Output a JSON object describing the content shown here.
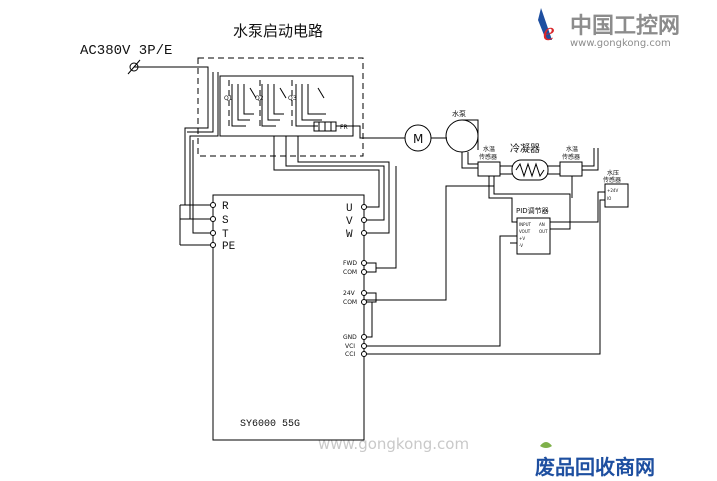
{
  "diagram": {
    "title": "水泵启动电路",
    "supply_label": "AC380V 3P/E",
    "inverter": {
      "model": "SY6000 55G",
      "input_terminals": [
        "R",
        "S",
        "T",
        "PE"
      ],
      "output_terminals": [
        "U",
        "V",
        "W"
      ],
      "control_terminals": [
        "FWD",
        "COM",
        "24V",
        "COM",
        "GND",
        "VCI",
        "CCI"
      ]
    },
    "breakers": [
      "Q1",
      "Q2",
      "Q3"
    ],
    "relay_label": "FR",
    "motor_label": "M",
    "pump_label": "水泵",
    "cooler_label": "冷凝器",
    "sensor_left": [
      "水温",
      "传感器"
    ],
    "sensor_right": [
      "水温",
      "传感器"
    ],
    "pressure_sensor": [
      "水压",
      "传感器"
    ],
    "pressure_terminals": [
      "+24V",
      "IO"
    ],
    "pid": {
      "title": "PID调节器",
      "left_pins": [
        "INPUT",
        "VOUT",
        "+V",
        "-V"
      ],
      "right_pins": [
        "AN",
        "OUT"
      ]
    }
  },
  "watermarks": {
    "top_right_brand": "中国工控网",
    "top_right_url": "www.gongkong.com",
    "center_url": "www.gongkong.com",
    "bottom_right": "废品回收商网"
  },
  "colors": {
    "brand_red": "#d9262a",
    "brand_blue": "#1e4fa0",
    "watermark_gray": "#c9c9c9"
  }
}
